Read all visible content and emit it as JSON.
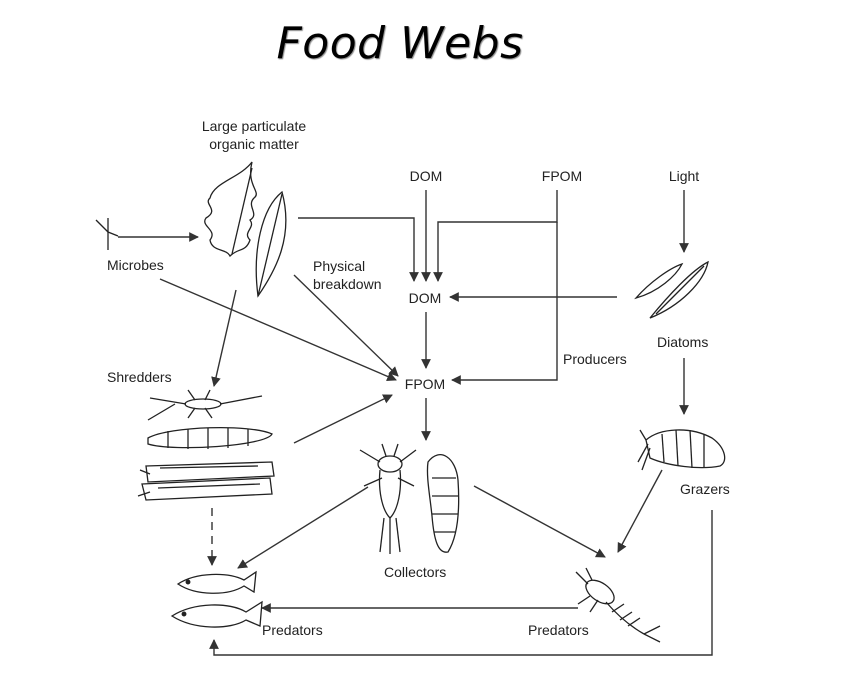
{
  "title": "Food Webs",
  "nodes": {
    "lpom_line1": "Large particulate",
    "lpom_line2": "organic matter",
    "microbes": "Microbes",
    "physical_line1": "Physical",
    "physical_line2": "breakdown",
    "dom_top": "DOM",
    "fpom_top": "FPOM",
    "light": "Light",
    "dom_mid": "DOM",
    "fpom_mid": "FPOM",
    "producers": "Producers",
    "diatoms": "Diatoms",
    "shredders": "Shredders",
    "grazers": "Grazers",
    "collectors": "Collectors",
    "predators_left": "Predators",
    "predators_right": "Predators"
  }
}
